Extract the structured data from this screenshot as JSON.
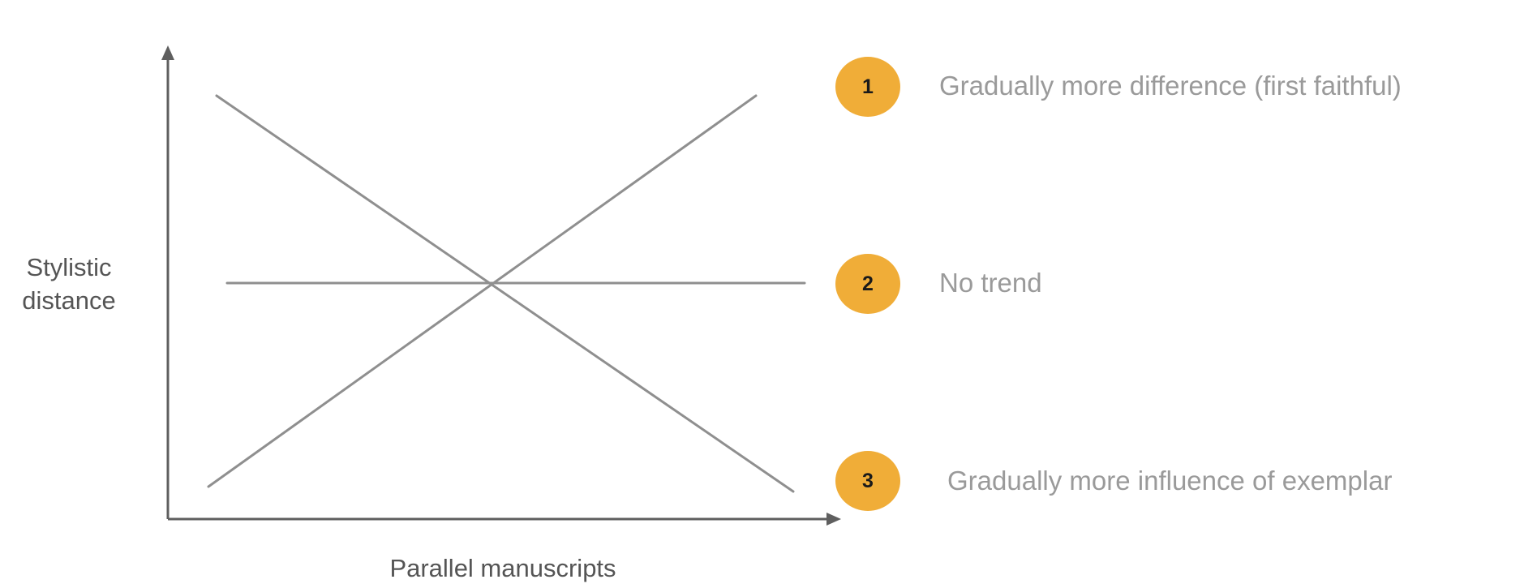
{
  "axes": {
    "y_label_lines": [
      "Stylistic",
      "distance"
    ],
    "x_label": "Parallel manuscripts"
  },
  "colors": {
    "axis": "#5f5f5f",
    "trend_lines": "#8f8f8f",
    "badge_fill": "#f0ad38",
    "badge_text": "#1a1a1a",
    "legend_text": "#9a9a9a",
    "axis_label_text": "#555555"
  },
  "legend": [
    {
      "number": "1",
      "text": "Gradually more difference (first faithful)"
    },
    {
      "number": "2",
      "text": "No trend"
    },
    {
      "number": "3",
      "text": "Gradually more influence of exemplar"
    }
  ],
  "trend_lines": [
    {
      "trend": "decreasing"
    },
    {
      "trend": "flat"
    },
    {
      "trend": "increasing"
    }
  ]
}
